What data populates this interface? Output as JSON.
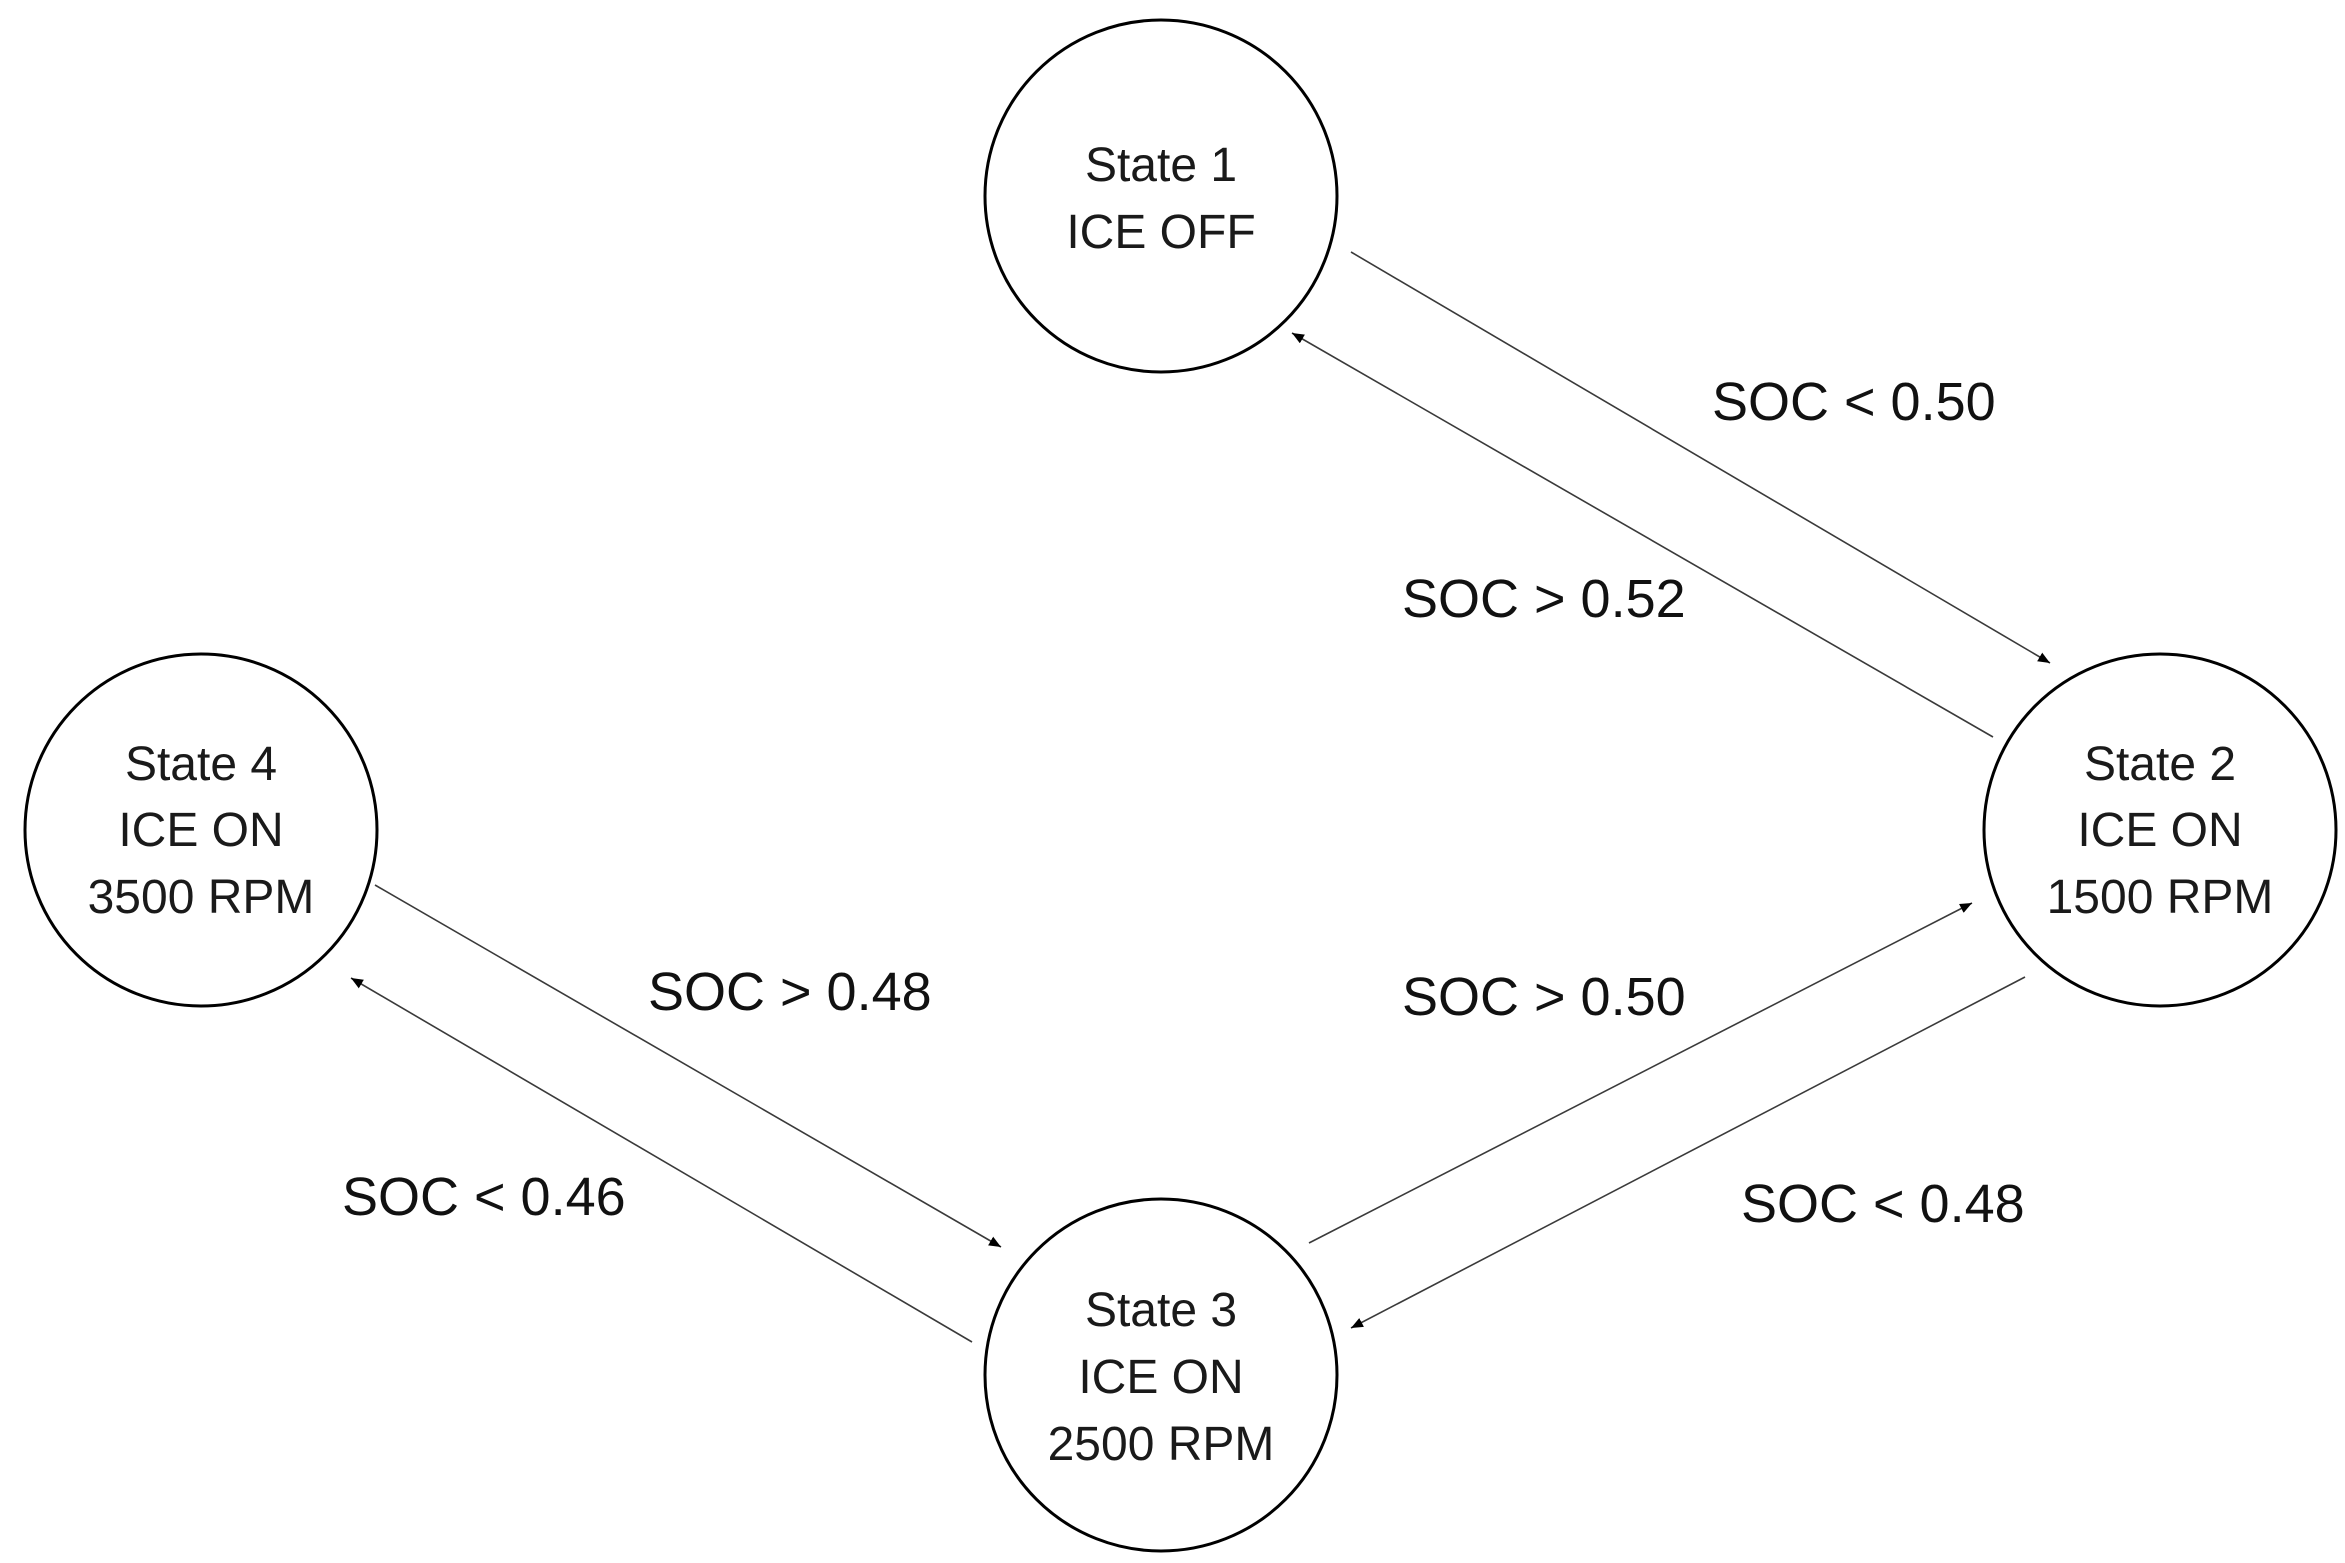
{
  "states": [
    {
      "id": "state-1",
      "lines": [
        "State 1",
        "ICE OFF"
      ]
    },
    {
      "id": "state-2",
      "lines": [
        "State 2",
        "ICE ON",
        "1500 RPM"
      ]
    },
    {
      "id": "state-3",
      "lines": [
        "State 3",
        "ICE ON",
        "2500 RPM"
      ]
    },
    {
      "id": "state-4",
      "lines": [
        "State 4",
        "ICE ON",
        "3500 RPM"
      ]
    }
  ],
  "transitions": [
    {
      "from": "state-1",
      "to": "state-2",
      "label": "SOC < 0.50"
    },
    {
      "from": "state-2",
      "to": "state-1",
      "label": "SOC > 0.52"
    },
    {
      "from": "state-3",
      "to": "state-2",
      "label": "SOC > 0.50"
    },
    {
      "from": "state-2",
      "to": "state-3",
      "label": "SOC < 0.48"
    },
    {
      "from": "state-4",
      "to": "state-3",
      "label": "SOC > 0.48"
    },
    {
      "from": "state-3",
      "to": "state-4",
      "label": "SOC < 0.46"
    }
  ]
}
